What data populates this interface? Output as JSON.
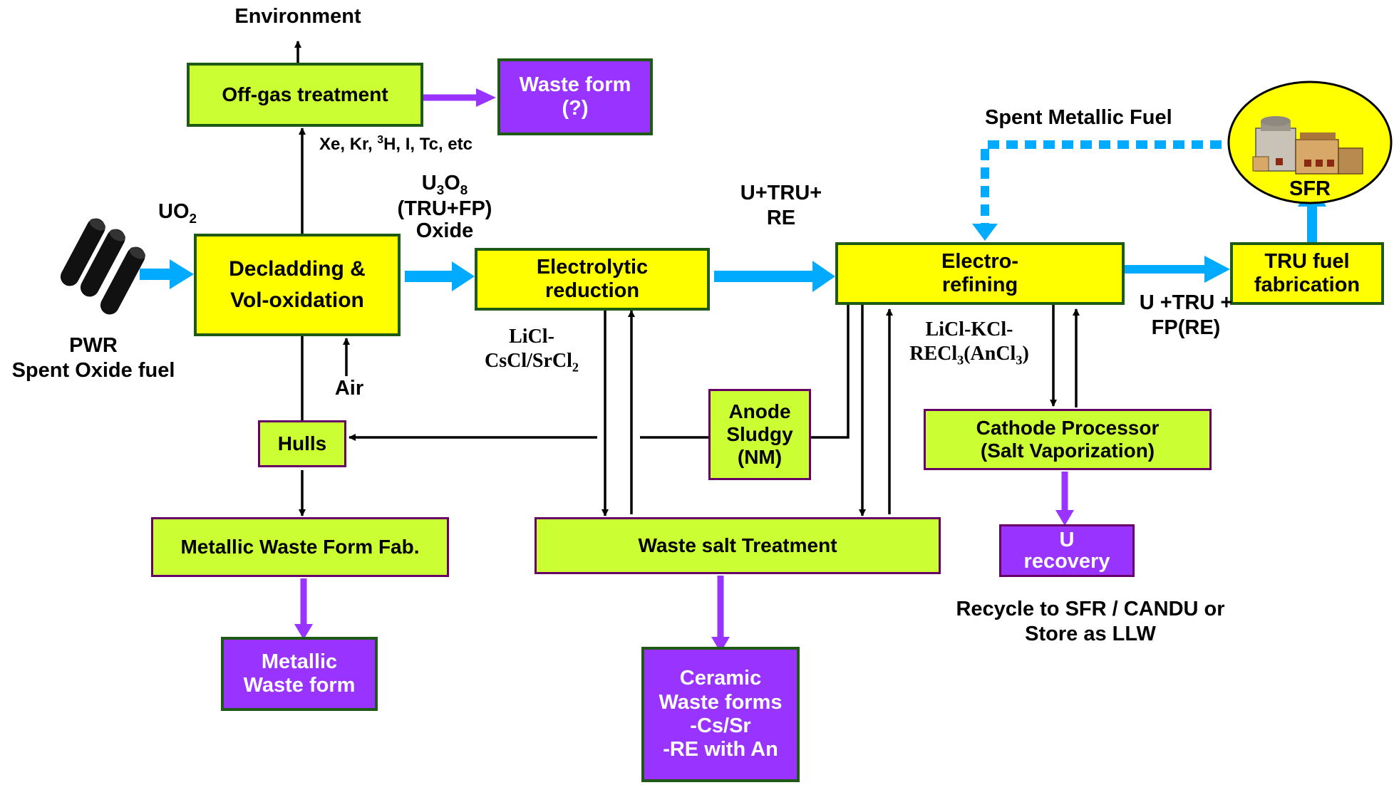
{
  "colors": {
    "fuel_arrow": "#00aaff",
    "waste_arrow": "#9933ff",
    "process_box": "#ffff00",
    "treatment_box": "#ccff33",
    "waste_box": "#9933ff"
  },
  "nodes": {
    "offgas": "Off-gas treatment",
    "waste_form_q": [
      "Waste form",
      "(?)"
    ],
    "decladding": [
      "Decladding &",
      "Vol-oxidation"
    ],
    "electrolytic": [
      "Electrolytic",
      "reduction"
    ],
    "electrorefining": [
      "Electro-",
      "refining"
    ],
    "tru_fab": [
      "TRU fuel",
      "fabrication"
    ],
    "sfr": "SFR",
    "hulls": "Hulls",
    "anode_sludgy": [
      "Anode",
      "Sludgy",
      "(NM)"
    ],
    "cathode_processor": [
      "Cathode Processor",
      "(Salt Vaporization)"
    ],
    "metallic_waste_fab": "Metallic Waste Form Fab.",
    "waste_salt": "Waste salt Treatment",
    "u_recovery": [
      "U",
      "recovery"
    ],
    "metallic_waste_form": [
      "Metallic",
      "Waste form"
    ],
    "ceramic_waste": [
      "Ceramic",
      "Waste forms",
      "-Cs/Sr",
      "-RE with An"
    ]
  },
  "labels": {
    "environment": "Environment",
    "offgas_species": {
      "prefix": "Xe, Kr, ",
      "sup": "3",
      "suffix": "H, I, Tc, etc"
    },
    "uo2": {
      "main": "UO",
      "sub": "2"
    },
    "pwr": [
      "PWR",
      "Spent Oxide fuel"
    ],
    "air": "Air",
    "u3o8": {
      "a": "U",
      "sub1": "3",
      "b": "O",
      "sub2": "8",
      "line2": "(TRU+FP)",
      "line3": "Oxide"
    },
    "u_tru_re": [
      "U+TRU+",
      "RE"
    ],
    "spent_metallic": "Spent Metallic Fuel",
    "u_tru_fp": [
      "U +TRU +",
      "FP(RE)"
    ],
    "licl_cscl": {
      "line1": "LiCl-",
      "line2a": "CsCl/SrCl",
      "sub": "2"
    },
    "licl_kcl": {
      "line1": "LiCl-KCl-",
      "line2a": "RECl",
      "sub": "3",
      "line2b": "(AnCl",
      "sub2": "3",
      "line2c": ")"
    },
    "recycle": [
      "Recycle to SFR / CANDU or",
      "Store as LLW"
    ]
  }
}
